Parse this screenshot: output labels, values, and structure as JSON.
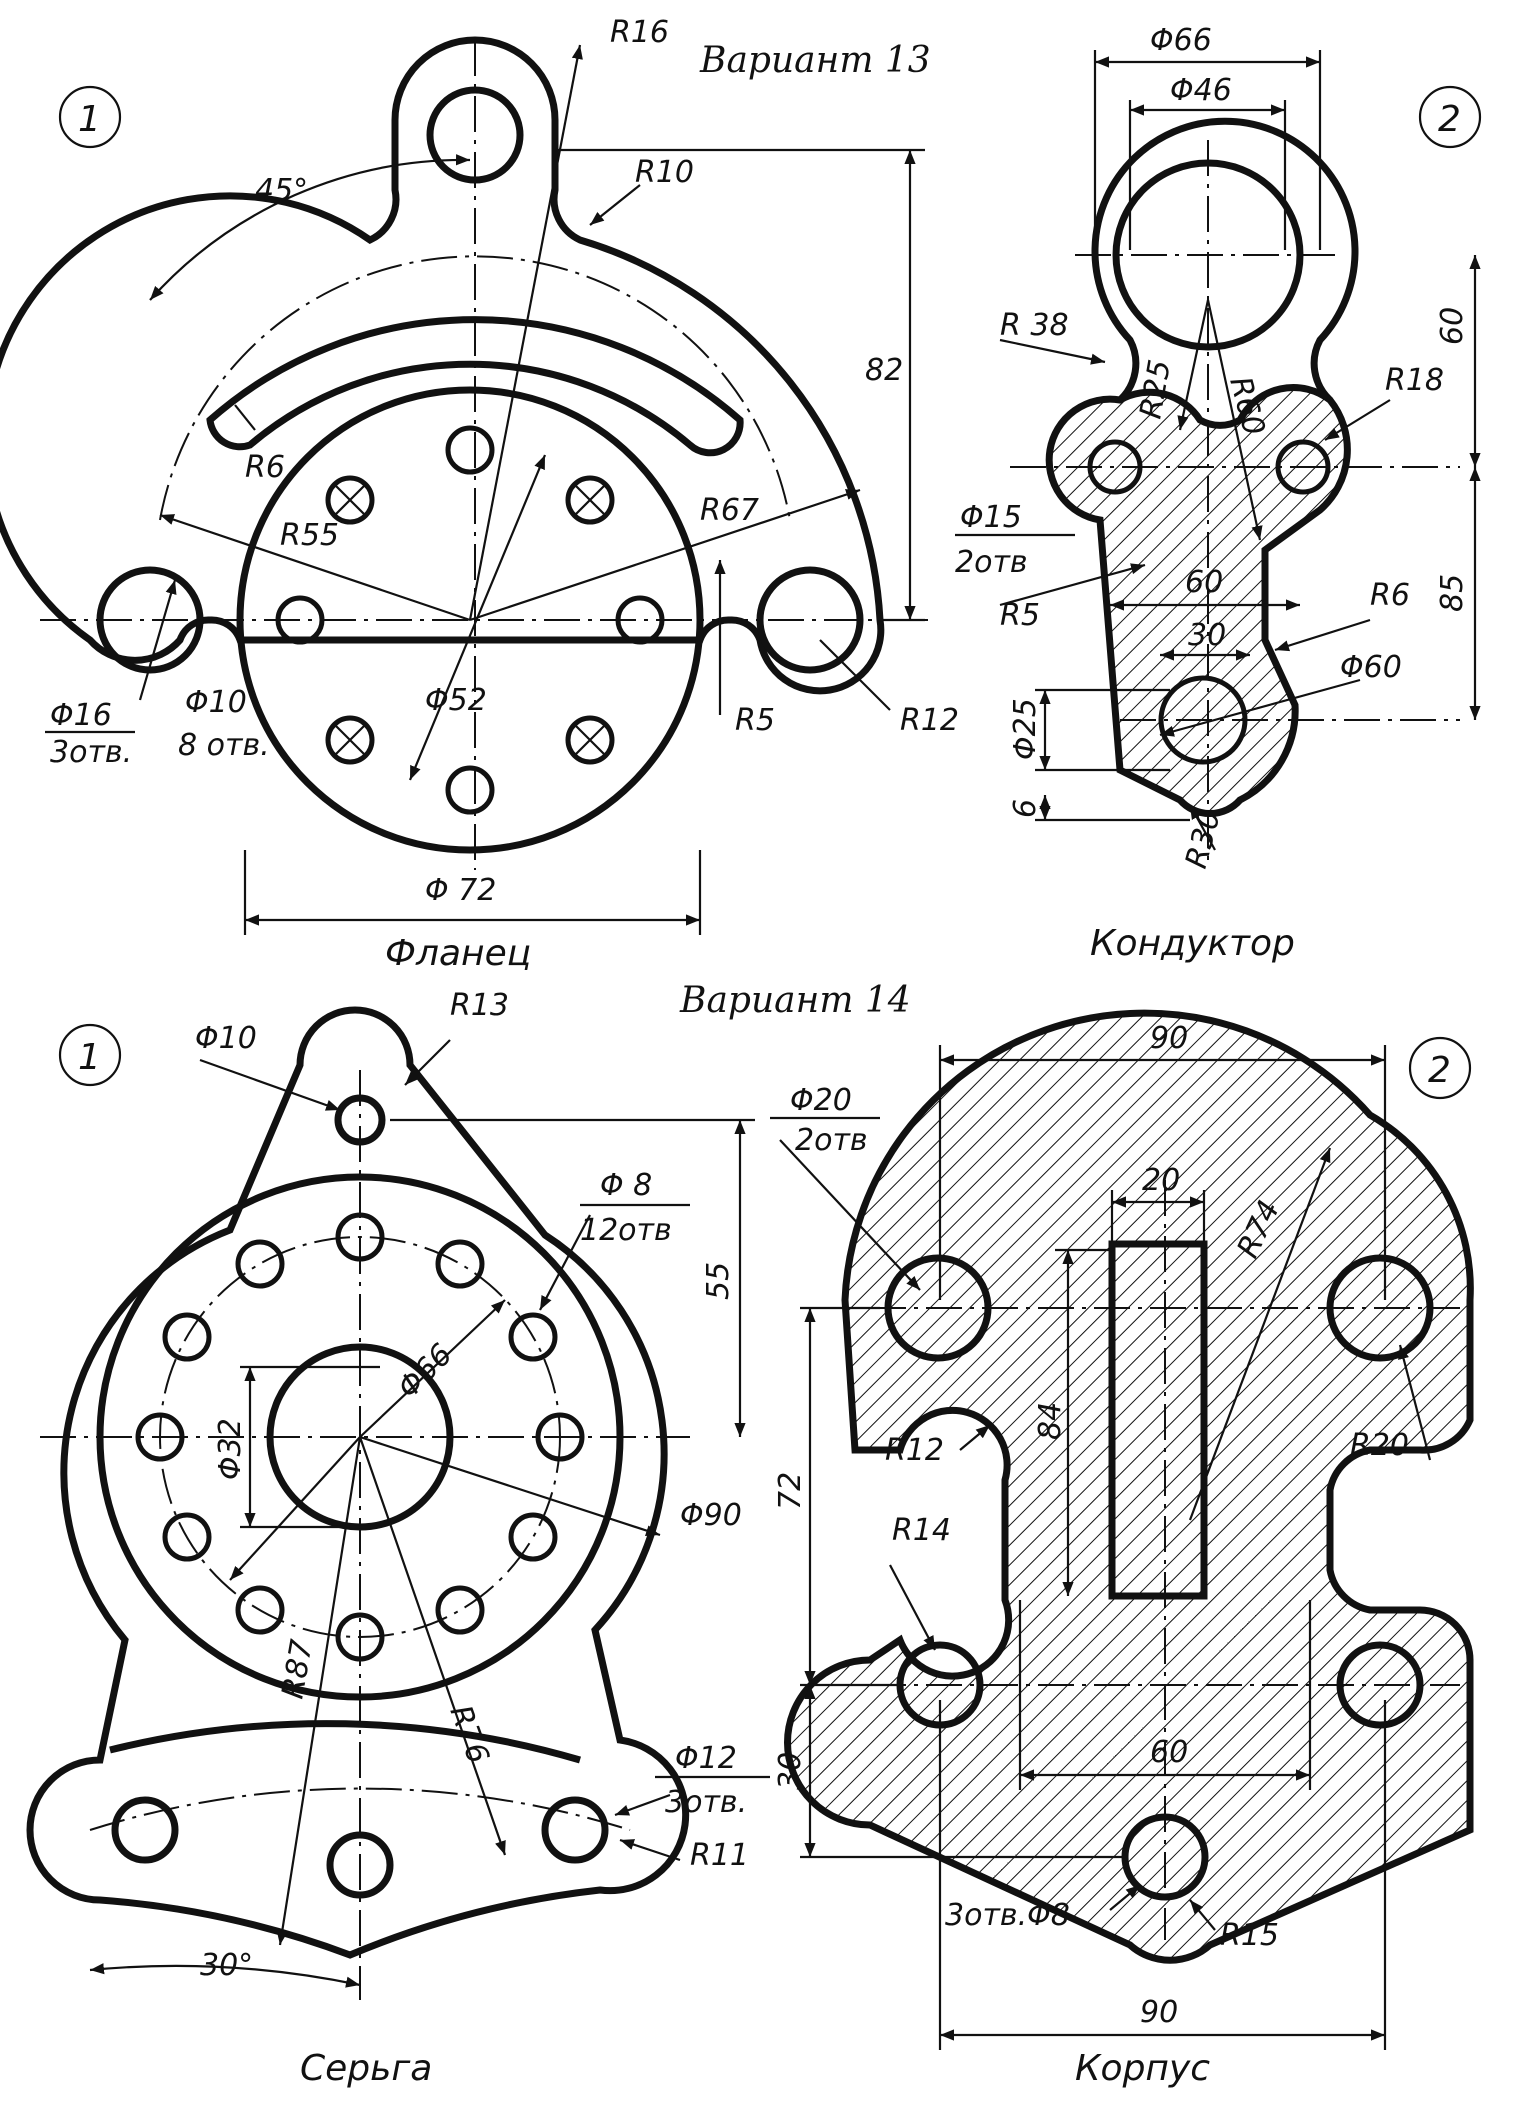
{
  "variants": [
    {
      "label": "Вариант 13"
    },
    {
      "label": "Вариант 14"
    }
  ],
  "parts": {
    "flanets": {
      "number": "1",
      "name": "Фланец",
      "dims": {
        "r16": "R16",
        "r10": "R10",
        "ang45": "45°",
        "d82": "82",
        "r6": "R6",
        "r55": "R55",
        "r67": "R67",
        "phi16": "Φ16",
        "holes3": "3отв.",
        "phi10": "Φ10",
        "holes8": "8 отв.",
        "phi52": "Φ52",
        "r5": "R5",
        "r12": "R12",
        "phi72": "Φ 72"
      }
    },
    "konduktor": {
      "number": "2",
      "name": "Кондуктор",
      "dims": {
        "phi66": "Φ66",
        "phi46": "Φ46",
        "r38": "R 38",
        "r25": "R25",
        "r60": "R60",
        "d60v": "60",
        "r18": "R18",
        "phi15": "Φ15",
        "holes2": "2отв",
        "d60h": "60",
        "r5": "R5",
        "r6": "R6",
        "d85": "85",
        "d30": "30",
        "phi60": "Φ60",
        "phi25": "Φ25",
        "d6": "6",
        "r30": "R30"
      }
    },
    "serga": {
      "number": "1",
      "name": "Серьга",
      "dims": {
        "phi10": "Φ10",
        "r13": "R13",
        "phi8": "Φ 8",
        "holes12": "12отв",
        "d55": "55",
        "phi66": "Φ66",
        "phi32": "Φ32",
        "phi90": "Φ90",
        "r87": "R87",
        "r76": "R76",
        "phi12": "Φ12",
        "holes3": "3отв.",
        "r11": "R11",
        "ang30": "30°"
      }
    },
    "korpus": {
      "number": "2",
      "name": "Корпус",
      "dims": {
        "top90": "90",
        "phi20": "Φ20",
        "holes2": "2отв",
        "d20": "20",
        "r74": "R74",
        "d84": "84",
        "r12": "R12",
        "r20": "R20",
        "d72": "72",
        "r14": "R14",
        "d60": "60",
        "d30": "30",
        "holes3phi8": "3отв.Φ8",
        "r15": "R15",
        "bottom90": "90"
      }
    }
  }
}
